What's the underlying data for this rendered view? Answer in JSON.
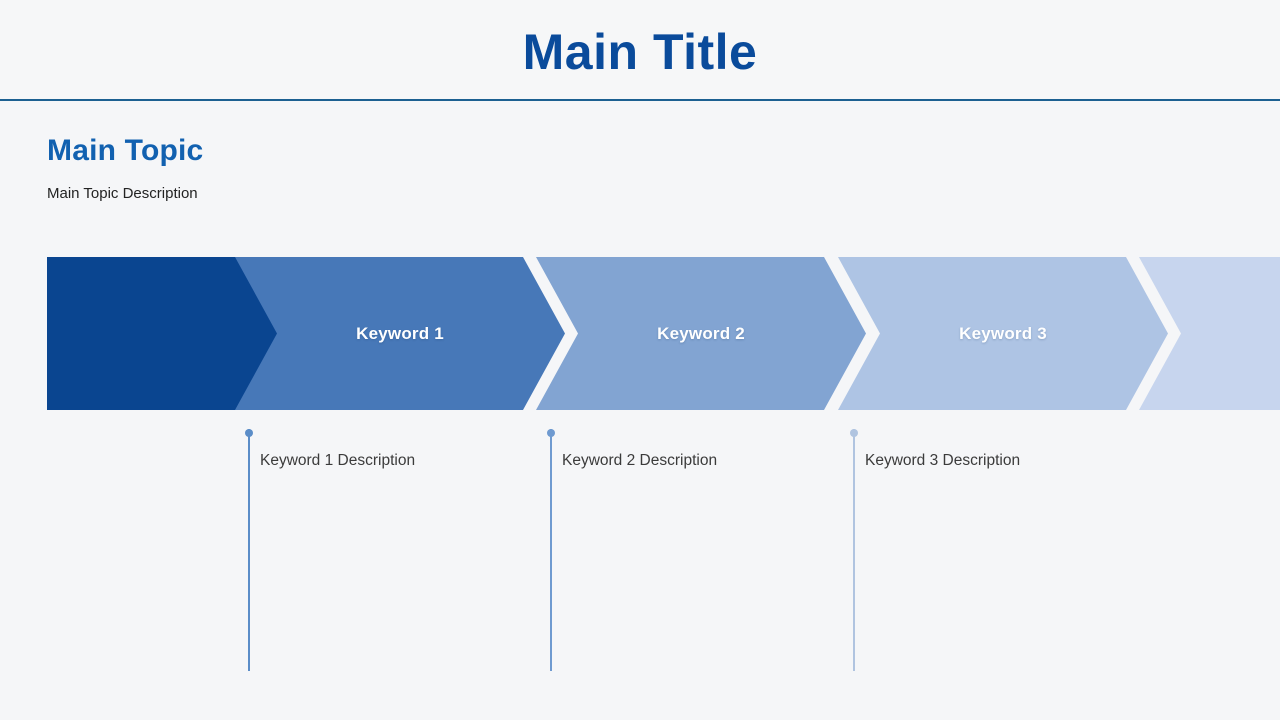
{
  "header": {
    "main_title": "Main Title",
    "divider_color": "#1c6091"
  },
  "topic": {
    "title": "Main Topic",
    "description": "Main Topic Description",
    "title_color": "#1261b0"
  },
  "process": {
    "steps": [
      {
        "label": "",
        "color": "#0a4590",
        "has_label": false,
        "type": "first"
      },
      {
        "label": "Keyword 1",
        "color": "#4778b8",
        "has_label": true,
        "type": "middle"
      },
      {
        "label": "Keyword 2",
        "color": "#82a4d2",
        "has_label": true,
        "type": "middle"
      },
      {
        "label": "Keyword 3",
        "color": "#aec4e4",
        "has_label": true,
        "type": "middle"
      },
      {
        "label": "",
        "color": "#c7d5ee",
        "has_label": false,
        "type": "middle"
      }
    ]
  },
  "details": [
    {
      "description": "Keyword 1 Description",
      "connector_color": "#5b8dc8"
    },
    {
      "description": "Keyword 2 Description",
      "connector_color": "#6f9ad0"
    },
    {
      "description": "Keyword 3 Description",
      "connector_color": "#b0c4e0"
    }
  ],
  "theme": {
    "background": "#f5f6f8",
    "text_color": "#3b3b3b",
    "accent": "#0a4b9b"
  }
}
